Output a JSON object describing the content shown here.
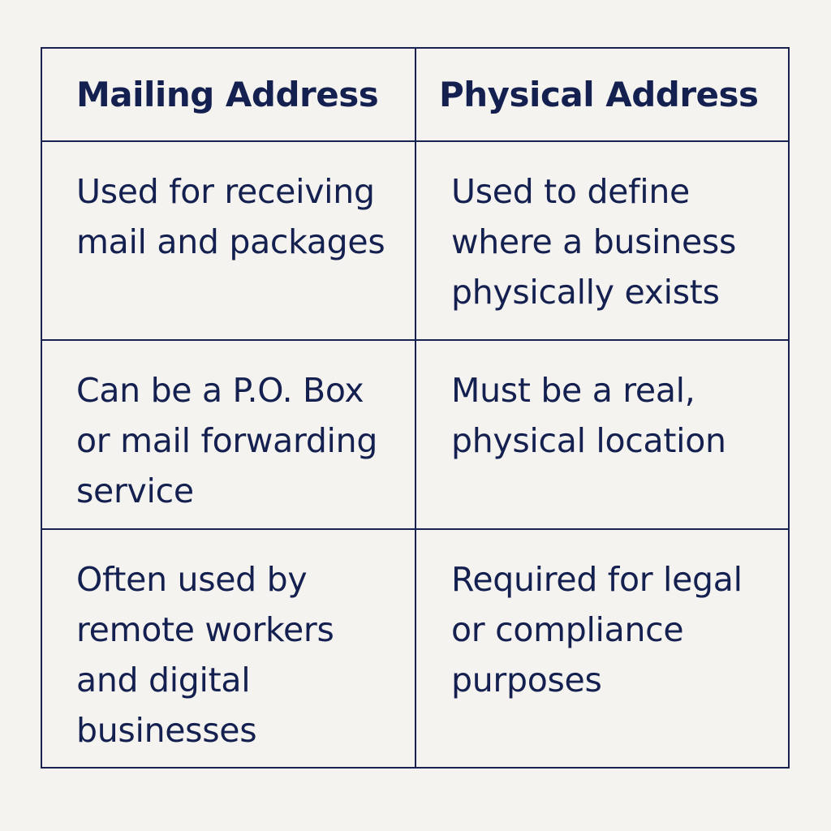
{
  "table": {
    "headers": {
      "mailing": "Mailing Address",
      "physical": "Physical Address"
    },
    "rows": [
      {
        "mailing": [
          "Used for receiving",
          "mail and packages"
        ],
        "physical": [
          "Used to define",
          "where a business",
          "physically exists"
        ]
      },
      {
        "mailing": [
          "Can be a P.O. Box",
          "or mail forwarding",
          "service"
        ],
        "physical": [
          "Must be a real,",
          "physical location"
        ]
      },
      {
        "mailing": [
          "Often used by",
          "remote workers",
          "and digital",
          "businesses"
        ],
        "physical": [
          "Required for legal",
          "or compliance",
          "purposes"
        ]
      }
    ]
  },
  "colors": {
    "background": "#f5f3ef",
    "ink": "#14204f",
    "border": "#1a2350"
  }
}
